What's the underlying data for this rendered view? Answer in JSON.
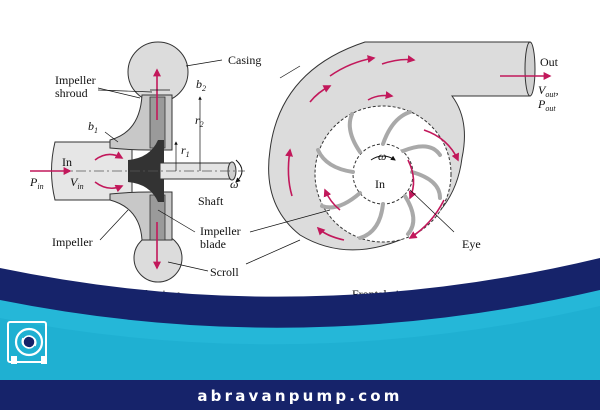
{
  "labels": {
    "casing": "Casing",
    "impeller_shroud_1": "Impeller",
    "impeller_shroud_2": "shroud",
    "b1_main": "b",
    "b1_sub": "1",
    "b2_main": "b",
    "b2_sub": "2",
    "r2_main": "r",
    "r2_sub": "2",
    "r1_main": "r",
    "r1_sub": "1",
    "in_side": "In",
    "pin_main": "P",
    "pin_sub": "in",
    "vin_main": "V",
    "vin_sub": "in",
    "omega_side": "ω",
    "shaft": "Shaft",
    "impeller": "Impeller",
    "impeller_blade_1": "Impeller",
    "impeller_blade_2": "blade",
    "scroll": "Scroll",
    "side_view": "Side view",
    "out": "Out",
    "vout_main": "V",
    "vout_sub": "out",
    "vout_comma": ",",
    "pout_main": "P",
    "pout_sub": "out",
    "omega_front": "ω",
    "in_front": "In",
    "eye": "Eye",
    "frontal_view": "Frontal view"
  },
  "footer": {
    "website": "abravanpump.com"
  },
  "colors": {
    "arrow": "#c2185b",
    "navy": "#16236a",
    "cyan": "#25b7d8",
    "casing_fill": "#dcdcdc",
    "blade_fill": "#a9a9a9"
  }
}
